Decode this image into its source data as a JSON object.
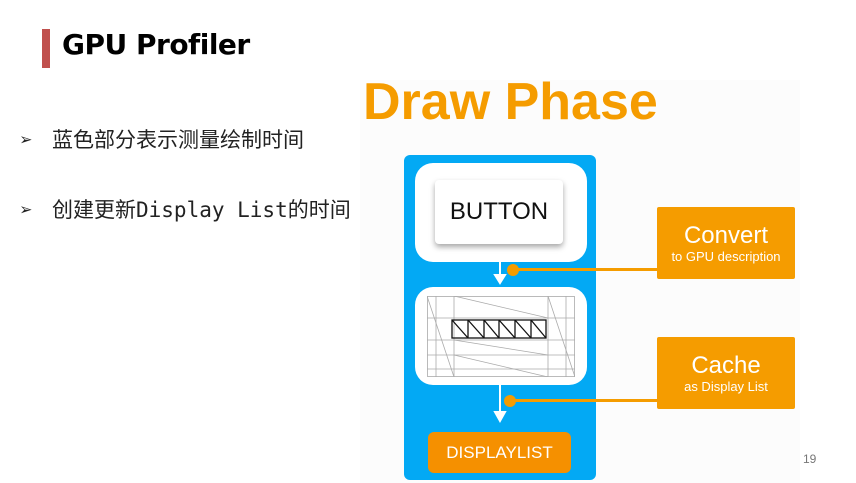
{
  "slide": {
    "title": "GPU Profiler",
    "bullets": [
      "蓝色部分表示测量绘制时间",
      "创建更新Display List的时间"
    ],
    "bullet_icon": "arrowhead-bullet-icon",
    "page_number": "19"
  },
  "figure": {
    "heading": "Draw Phase",
    "button_label": "BUTTON",
    "displaylist_label": "DISPLAYLIST",
    "steps": [
      {
        "title": "Convert",
        "subtitle": "to GPU description"
      },
      {
        "title": "Cache",
        "subtitle": "as Display List"
      }
    ],
    "colors": {
      "orange": "#f59c00",
      "blue": "#03a9f4",
      "accent_bar": "#c0504d"
    }
  }
}
